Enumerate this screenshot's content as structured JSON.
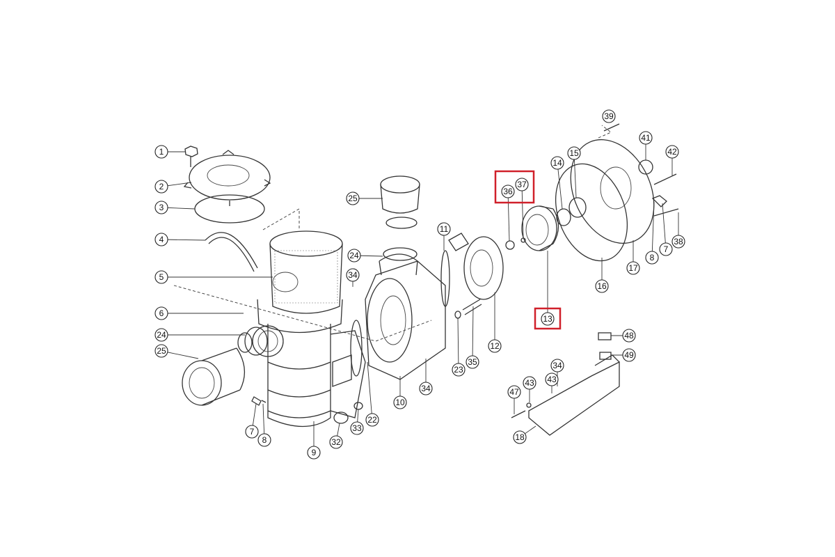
{
  "diagram": {
    "title": "",
    "callouts": [
      "1",
      "2",
      "3",
      "4",
      "5",
      "6",
      "24",
      "25",
      "7",
      "8",
      "9",
      "32",
      "33",
      "22",
      "10",
      "34",
      "23",
      "35",
      "12",
      "34",
      "24",
      "25",
      "11",
      "36",
      "37",
      "13",
      "14",
      "15",
      "39",
      "41",
      "42",
      "7",
      "8",
      "38",
      "17",
      "16",
      "48",
      "49",
      "34",
      "43",
      "43",
      "47",
      "18"
    ],
    "highlighted_callouts": [
      "36",
      "37",
      "13"
    ],
    "highlight_color": "#d0202a"
  }
}
